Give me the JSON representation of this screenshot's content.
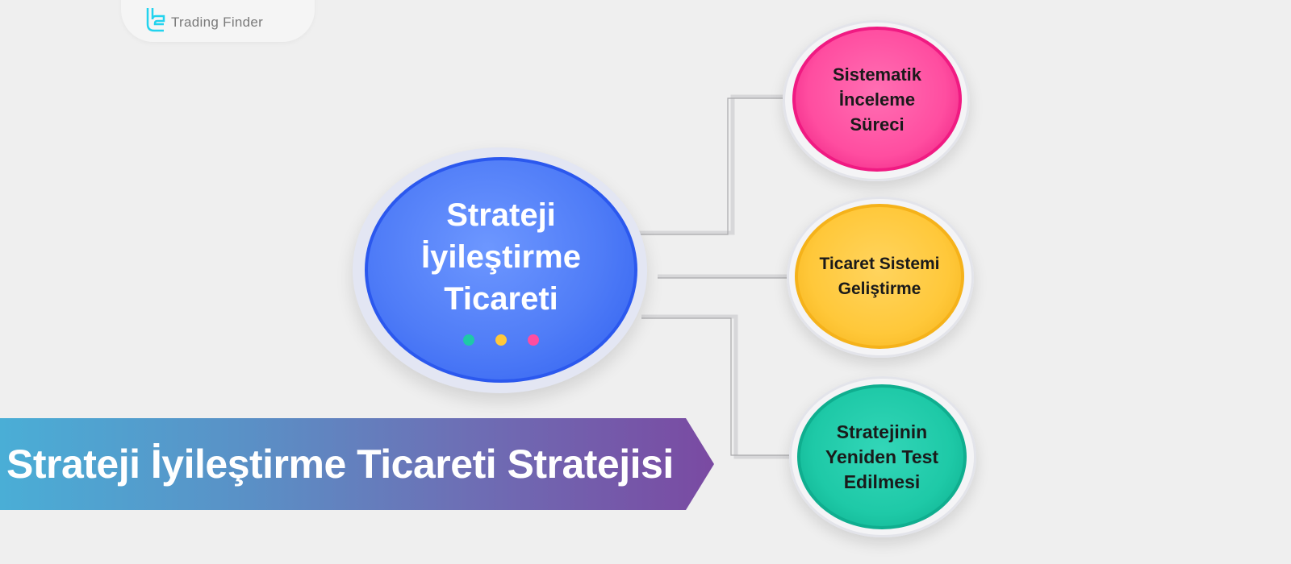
{
  "brand": {
    "name": "Trading Finder",
    "logo_color": "#22d3ee"
  },
  "center_node": {
    "lines": [
      "Strateji",
      "İyileştirme",
      "Ticareti"
    ],
    "color": "#4f7cf7",
    "dots": [
      {
        "name": "teal-dot",
        "color": "#1ec9a7"
      },
      {
        "name": "yellow-dot",
        "color": "#ffc83a"
      },
      {
        "name": "pink-dot",
        "color": "#ff4da0"
      }
    ]
  },
  "nodes": [
    {
      "lines": [
        "Sistematik",
        "İnceleme",
        "Süreci"
      ],
      "color": "#ff4da0"
    },
    {
      "lines": [
        "Ticaret Sistemi",
        "Geliştirme"
      ],
      "color": "#ffc83a"
    },
    {
      "lines": [
        "Stratejinin",
        "Yeniden Test",
        "Edilmesi"
      ],
      "color": "#1ec9a7"
    }
  ],
  "banner": {
    "title": "Strateji İyileştirme Ticareti Stratejisi",
    "gradient": [
      "#4aaed6",
      "#7a4aa2"
    ]
  }
}
